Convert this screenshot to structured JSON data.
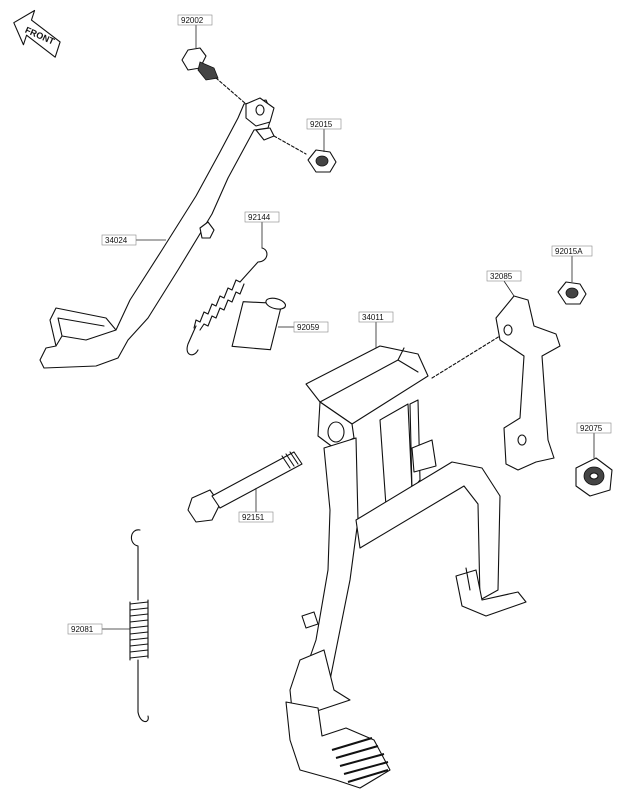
{
  "orientation": {
    "label": "FRONT"
  },
  "callouts": {
    "c92002": "92002",
    "c92015": "92015",
    "c34024": "34024",
    "c92144": "92144",
    "c92059": "92059",
    "c34011": "34011",
    "c32085": "32085",
    "c92015A": "92015A",
    "c92075": "92075",
    "c92151": "92151",
    "c92081": "92081"
  },
  "colors": {
    "line": "#111111",
    "background": "#ffffff",
    "label_box_border": "#888888"
  }
}
